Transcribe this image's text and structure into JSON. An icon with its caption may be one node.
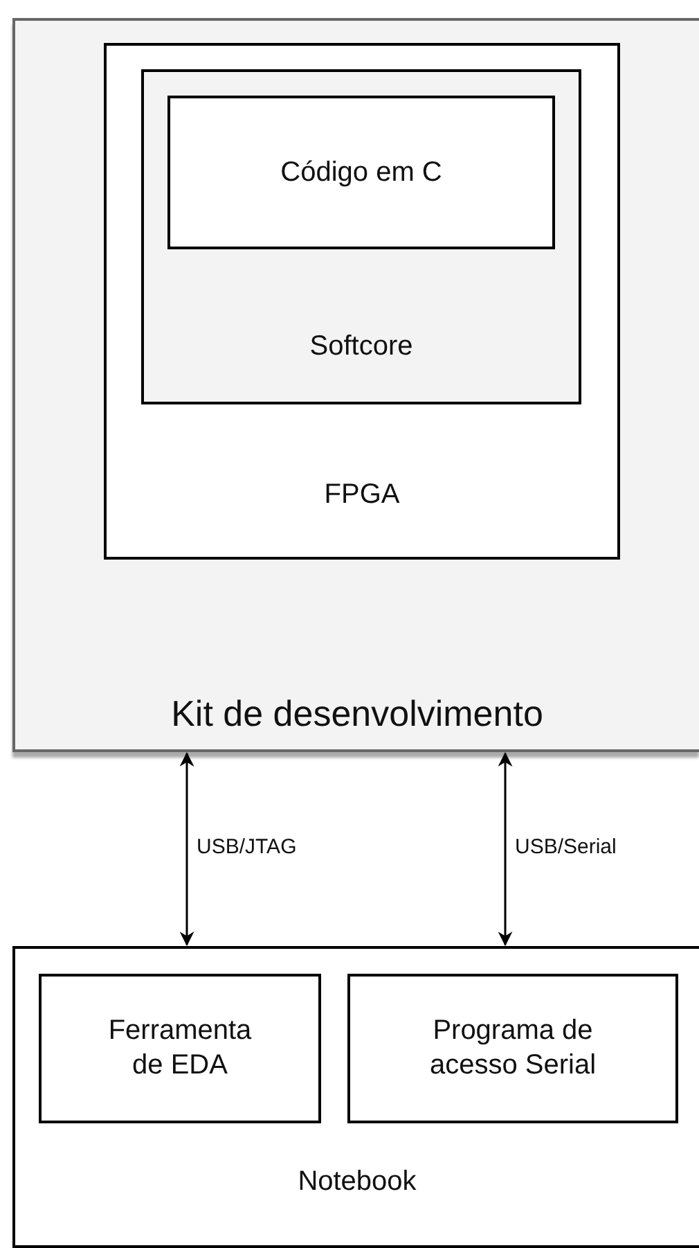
{
  "diagram": {
    "nodes": [
      {
        "text": [
          "Kit de desenvolvimento"
        ]
      },
      {
        "text": [
          "FPGA"
        ],
        "in": 0
      },
      {
        "text": [
          "Softcore"
        ],
        "in": 1
      },
      {
        "text": [
          "Código em C"
        ],
        "in": 2
      },
      {
        "text": [
          "Notebook"
        ]
      },
      {
        "text": [
          "Ferramenta de EDA"
        ],
        "in": 4
      },
      {
        "text": [
          "Programa de acesso Serial"
        ],
        "in": 4
      }
    ],
    "edges": [
      {
        "from": 0,
        "to": 4,
        "arrow": "both",
        "label": "USB/JTAG"
      },
      {
        "from": 0,
        "to": 4,
        "arrow": "both",
        "label": "USB/Serial"
      }
    ]
  }
}
